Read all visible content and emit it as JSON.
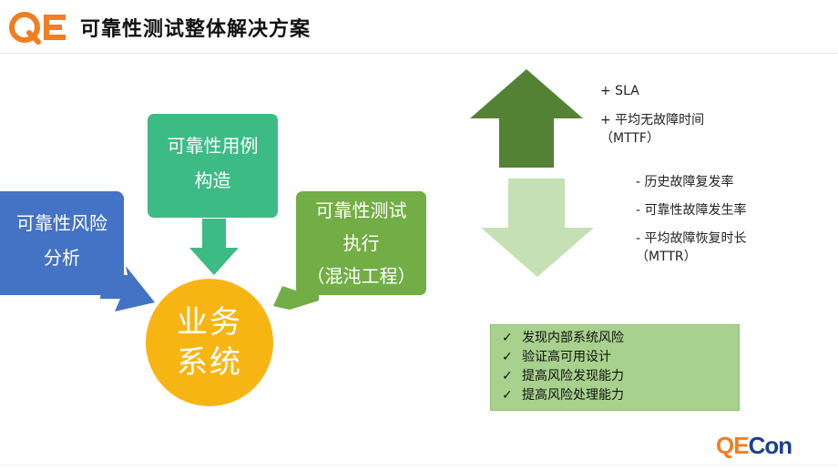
{
  "header": {
    "logo": "QE",
    "title": "可靠性测试整体解决方案"
  },
  "left": {
    "box1": [
      "可靠性风险",
      "分析"
    ],
    "box2": [
      "可靠性用例",
      "构造"
    ],
    "box3": [
      "可靠性测试",
      "执行",
      "（混沌工程）"
    ],
    "center": [
      "业务",
      "系统"
    ]
  },
  "right": {
    "plus_items": [
      "+ SLA",
      "+ 平均无故障时间",
      "（MTTF）"
    ],
    "minus_items": [
      "- 历史故障复发率",
      "- 可靠性故障发生率",
      "- 平均故障恢复时长",
      "（MTTR）"
    ],
    "checklist": [
      "发现内部系统风险",
      "验证高可用设计",
      "提高风险发现能力",
      "提高风险处理能力"
    ],
    "check_mark": "✓"
  },
  "footer": {
    "logo_part1": "QE",
    "logo_part2": "Con"
  },
  "colors": {
    "blue": "#4472c4",
    "teal": "#3dbb85",
    "green": "#72ad45",
    "yellow": "#f7b514",
    "up_arrow": "#548235",
    "down_arrow": "#c5e0b4",
    "checklist_bg": "#a9d18e",
    "brand_orange": "#f07e22"
  }
}
